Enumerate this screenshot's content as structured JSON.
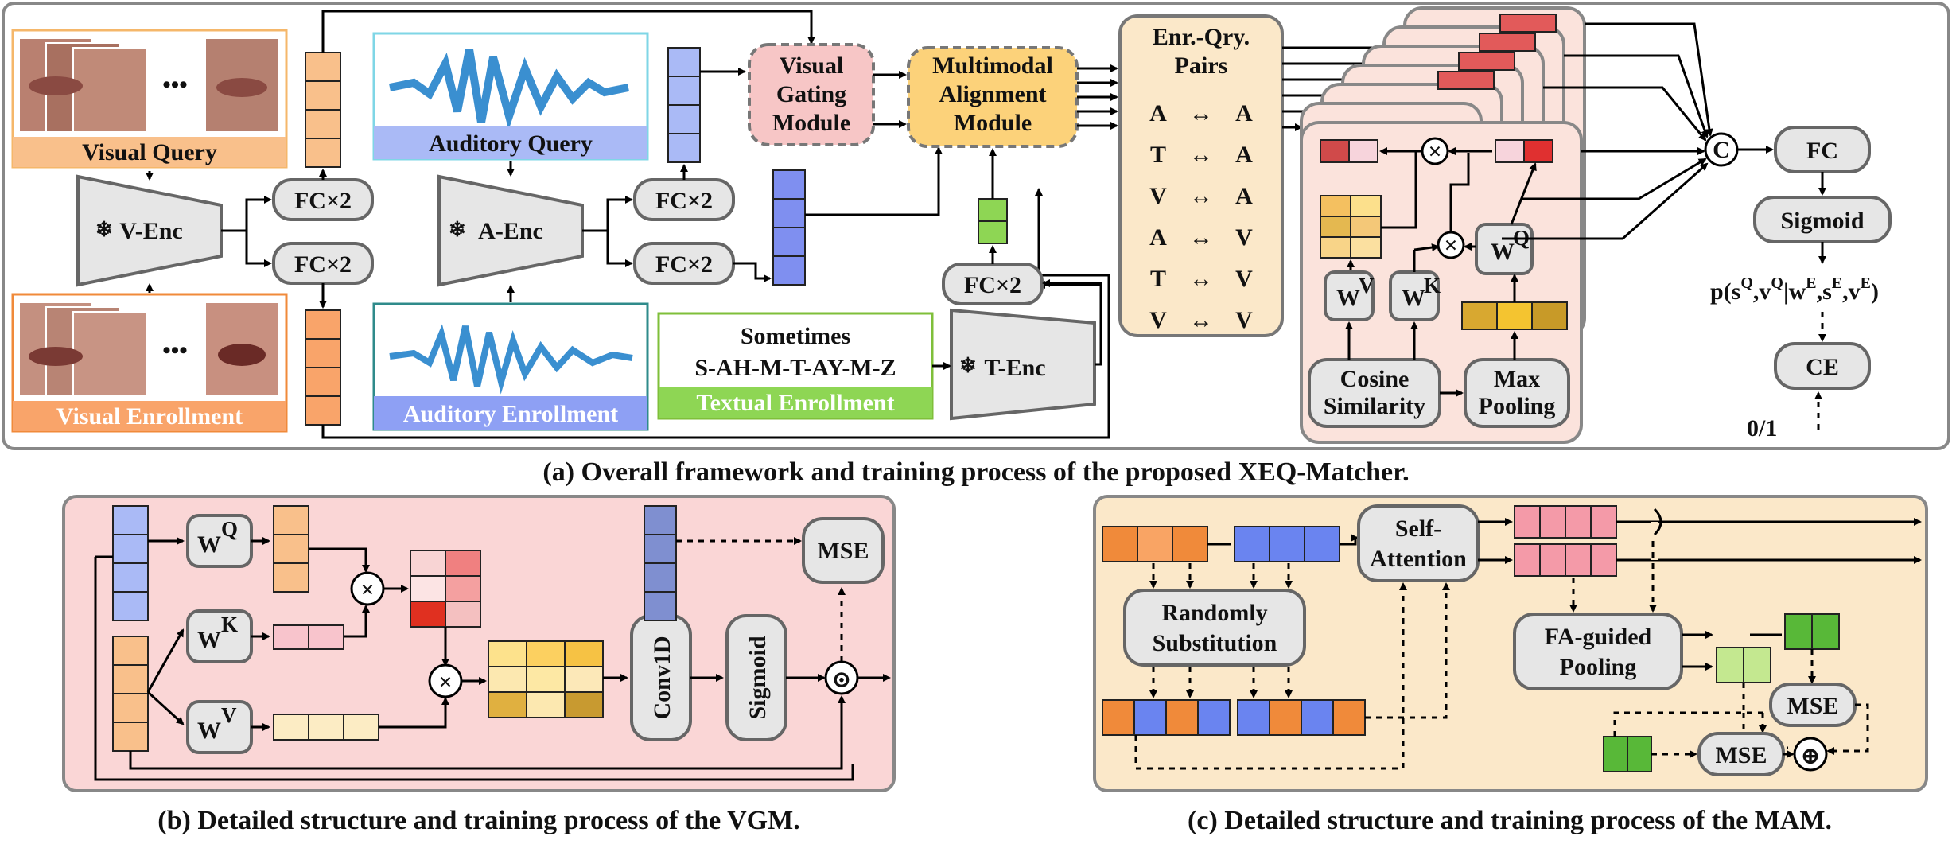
{
  "colors": {
    "orange": "#f9c08b",
    "blue": "#a9b3f4",
    "green": "#8ed654",
    "pink": "#f7c6c6",
    "yellow": "#fcd27a",
    "panel_pink": "#fad6d6",
    "panel_tan": "#fbe8c9",
    "gray": "#e5e5e5"
  },
  "captions": {
    "a": "(a) Overall framework and training process of the proposed XEQ-Matcher.",
    "b": "(b) Detailed structure and training process of the VGM.",
    "c": "(c) Detailed structure and training process of the MAM."
  },
  "inputs": {
    "visual_query": "Visual Query",
    "visual_enrollment": "Visual Enrollment",
    "auditory_query": "Auditory Query",
    "auditory_enrollment": "Auditory Enrollment",
    "textual_enrollment": "Textual Enrollment",
    "text_word": "Sometimes",
    "text_phonemes": "S-AH-M-T-AY-M-Z",
    "dots": "•••"
  },
  "encoders": {
    "v": "V-Enc",
    "a": "A-Enc",
    "t": "T-Enc",
    "fc2": "FC×2"
  },
  "modules": {
    "vgm": [
      "Visual",
      "Gating",
      "Module"
    ],
    "mam": [
      "Multimodal",
      "Alignment",
      "Module"
    ]
  },
  "pairs": {
    "title": [
      "Enr.-Qry.",
      "Pairs"
    ],
    "rows": [
      [
        "A",
        "A"
      ],
      [
        "T",
        "A"
      ],
      [
        "V",
        "A"
      ],
      [
        "A",
        "V"
      ],
      [
        "T",
        "V"
      ],
      [
        "V",
        "V"
      ]
    ],
    "arrow": "↔"
  },
  "matcher": {
    "cosine": [
      "Cosine",
      "Similarity"
    ],
    "maxpool": [
      "Max",
      "Pooling"
    ],
    "w": "W",
    "sup_v": "V",
    "sup_k": "K",
    "sup_q": "Q",
    "times": "×"
  },
  "head": {
    "concat": "C",
    "fc": "FC",
    "sigmoid": "Sigmoid",
    "prob": "p(s",
    "prob_tail": ",v",
    "prob_given": "|w",
    "prob_s": ",s",
    "prob_v": ",v",
    "prob_end": ")",
    "sup_q": "Q",
    "sup_e": "E",
    "ce": "CE",
    "label": "0/1"
  },
  "vgm_detail": {
    "conv": "Conv1D",
    "sigmoid": "Sigmoid",
    "mse": "MSE",
    "odot": "⊙"
  },
  "mam_detail": {
    "random": [
      "Randomly",
      "Substitution"
    ],
    "selfatt": [
      "Self-",
      "Attention"
    ],
    "fa": [
      "FA-guided",
      "Pooling"
    ],
    "mse": "MSE",
    "oplus": "⊕"
  }
}
